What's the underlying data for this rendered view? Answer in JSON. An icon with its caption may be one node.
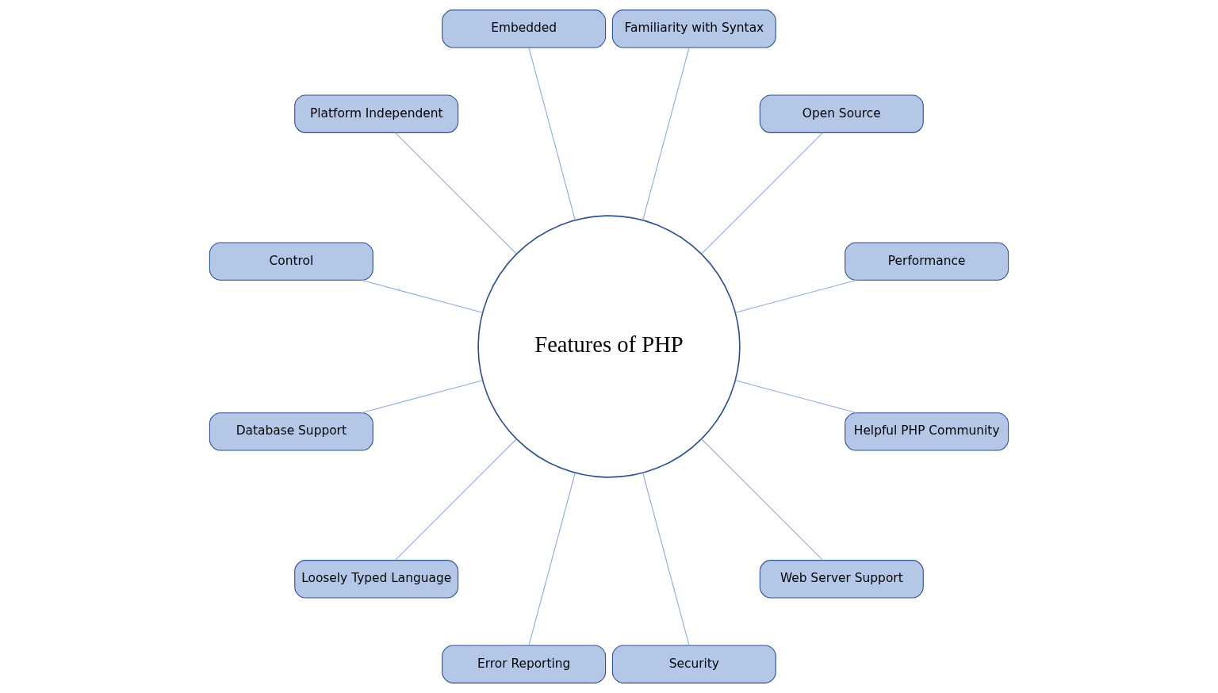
{
  "diagram": {
    "nodes": [
      {
        "text": [
          "Features of PHP"
        ]
      },
      {
        "text": [
          "Performance"
        ]
      },
      {
        "text": [
          "Open Source"
        ]
      },
      {
        "text": [
          "Familiarity with Syntax"
        ]
      },
      {
        "text": [
          "Embedded"
        ]
      },
      {
        "text": [
          "Platform Independent"
        ]
      },
      {
        "text": [
          "Control"
        ]
      },
      {
        "text": [
          "Database Support"
        ]
      },
      {
        "text": [
          "Loosely Typed Language"
        ]
      },
      {
        "text": [
          "Error Reporting"
        ]
      },
      {
        "text": [
          "Security"
        ]
      },
      {
        "text": [
          "Web Server Support"
        ]
      },
      {
        "text": [
          "Helpful PHP Community"
        ]
      }
    ],
    "edges": [
      {
        "from": 0,
        "to": 1,
        "arrow": "none"
      },
      {
        "from": 0,
        "to": 2,
        "arrow": "none"
      },
      {
        "from": 0,
        "to": 4,
        "arrow": "none"
      },
      {
        "from": 0,
        "to": 6,
        "arrow": "none"
      },
      {
        "from": 0,
        "to": 8,
        "arrow": "none"
      },
      {
        "from": 0,
        "to": 10,
        "arrow": "none"
      },
      {
        "from": 0,
        "to": 12,
        "arrow": "none"
      },
      {
        "from": 0,
        "to": 11,
        "arrow": "none"
      },
      {
        "from": 0,
        "to": 9,
        "arrow": "none"
      },
      {
        "from": 0,
        "to": 7,
        "arrow": "none"
      },
      {
        "from": 0,
        "to": 5,
        "arrow": "none"
      },
      {
        "from": 0,
        "to": 3,
        "arrow": "none"
      }
    ]
  }
}
